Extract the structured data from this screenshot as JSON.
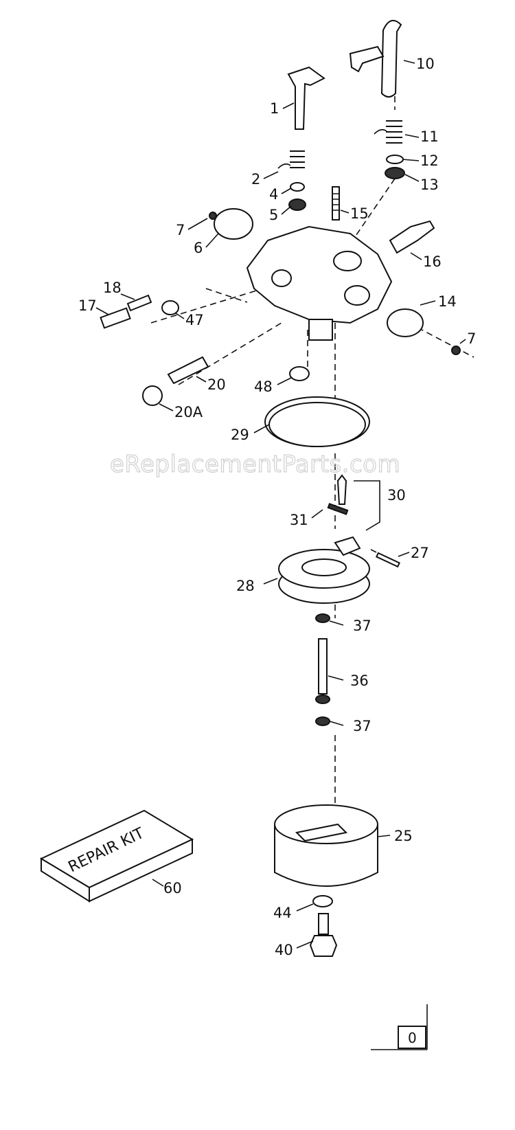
{
  "watermark": "eReplacementParts.com",
  "repair_kit_label": "REPAIR KIT",
  "page_number": "0",
  "callouts": [
    {
      "id": "10",
      "text": "10"
    },
    {
      "id": "1",
      "text": "1"
    },
    {
      "id": "11",
      "text": "11"
    },
    {
      "id": "12",
      "text": "12"
    },
    {
      "id": "13",
      "text": "13"
    },
    {
      "id": "2",
      "text": "2"
    },
    {
      "id": "4",
      "text": "4"
    },
    {
      "id": "5",
      "text": "5"
    },
    {
      "id": "15",
      "text": "15"
    },
    {
      "id": "7a",
      "text": "7"
    },
    {
      "id": "6",
      "text": "6"
    },
    {
      "id": "16",
      "text": "16"
    },
    {
      "id": "18",
      "text": "18"
    },
    {
      "id": "17",
      "text": "17"
    },
    {
      "id": "47",
      "text": "47"
    },
    {
      "id": "14",
      "text": "14"
    },
    {
      "id": "7b",
      "text": "7"
    },
    {
      "id": "20",
      "text": "20"
    },
    {
      "id": "48",
      "text": "48"
    },
    {
      "id": "20A",
      "text": "20A"
    },
    {
      "id": "29",
      "text": "29"
    },
    {
      "id": "30",
      "text": "30"
    },
    {
      "id": "31",
      "text": "31"
    },
    {
      "id": "27",
      "text": "27"
    },
    {
      "id": "28",
      "text": "28"
    },
    {
      "id": "37a",
      "text": "37"
    },
    {
      "id": "36",
      "text": "36"
    },
    {
      "id": "37b",
      "text": "37"
    },
    {
      "id": "25",
      "text": "25"
    },
    {
      "id": "60",
      "text": "60"
    },
    {
      "id": "44",
      "text": "44"
    },
    {
      "id": "40",
      "text": "40"
    }
  ]
}
